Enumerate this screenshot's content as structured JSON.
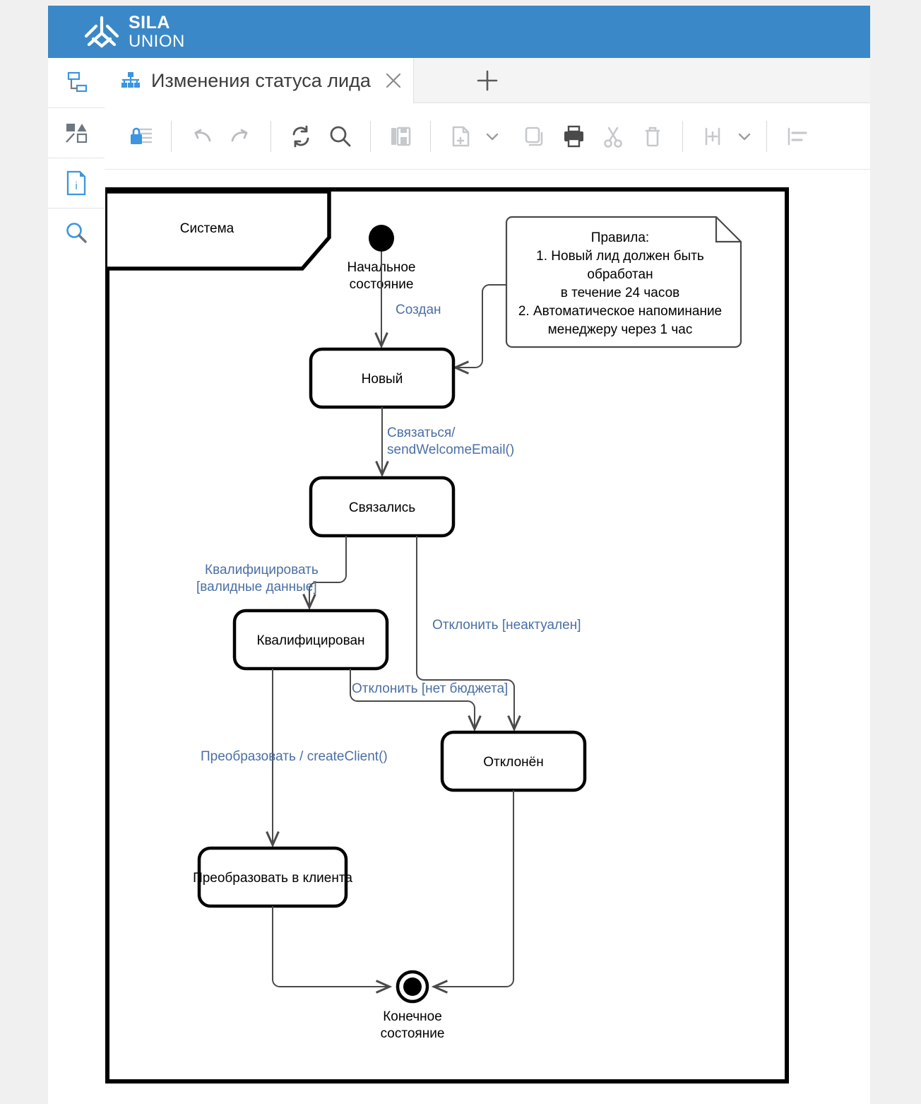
{
  "brand": {
    "name": "SILA",
    "subname": "UNION",
    "logo_icon": "sila-union-logo-icon",
    "bar_color": "#3b88c8"
  },
  "left_rail": {
    "items": [
      {
        "icon": "structure-tree-icon",
        "name": "structure-tree"
      },
      {
        "icon": "shapes-palette-icon",
        "name": "shapes-palette"
      },
      {
        "icon": "properties-info-icon",
        "name": "properties-info"
      },
      {
        "icon": "search-magnifier-icon",
        "name": "search-panel"
      }
    ]
  },
  "tabs": {
    "items": [
      {
        "label": "Изменения статуса лида",
        "icon": "diagram-icon",
        "close_icon": "close-icon",
        "active": true
      }
    ],
    "new_tab_icon": "plus-icon"
  },
  "toolbar": {
    "groups": [
      [
        {
          "name": "lock-edit",
          "icon": "lock-document-icon",
          "accent": true
        }
      ],
      [
        {
          "name": "undo",
          "icon": "undo-arrow-icon"
        },
        {
          "name": "redo",
          "icon": "redo-arrow-icon"
        }
      ],
      [
        {
          "name": "refresh",
          "icon": "refresh-sync-icon"
        },
        {
          "name": "zoom-search",
          "icon": "magnifier-icon"
        }
      ],
      [
        {
          "name": "paste-save",
          "icon": "paste-save-icon"
        }
      ],
      [
        {
          "name": "new-document",
          "icon": "document-plus-icon",
          "caret": true
        },
        {
          "name": "duplicate",
          "icon": "duplicate-icon"
        },
        {
          "name": "print",
          "icon": "printer-icon"
        },
        {
          "name": "cut",
          "icon": "scissors-icon"
        },
        {
          "name": "delete",
          "icon": "trash-icon"
        }
      ],
      [
        {
          "name": "insert-element",
          "icon": "insert-bracket-plus-icon",
          "caret": true
        }
      ],
      [
        {
          "name": "align",
          "icon": "align-left-icon"
        }
      ]
    ]
  },
  "diagram": {
    "title": "Изменения статуса лида",
    "partition": {
      "label": "Система"
    },
    "note": {
      "lines": [
        "Правила:",
        "1. Новый лид должен быть",
        "обработан",
        "в течение 24 часов",
        "2. Автоматическое напоминание",
        "менеджеру через 1 час"
      ]
    },
    "nodes": [
      {
        "id": "initial",
        "type": "initial-state",
        "label_lines": [
          "Начальное",
          "состояние"
        ]
      },
      {
        "id": "new",
        "type": "state",
        "label": "Новый"
      },
      {
        "id": "contacted",
        "type": "state",
        "label": "Связались"
      },
      {
        "id": "qualified",
        "type": "state",
        "label": "Квалифицирован"
      },
      {
        "id": "rejected",
        "type": "state",
        "label": "Отклонён"
      },
      {
        "id": "converted",
        "type": "state",
        "label": "Преобразовать в клиента"
      },
      {
        "id": "final",
        "type": "final-state",
        "label_lines": [
          "Конечное",
          "состояние"
        ]
      }
    ],
    "transitions": [
      {
        "from": "initial",
        "to": "new",
        "label": "Создан"
      },
      {
        "from": "new",
        "to": "contacted",
        "label_lines": [
          "Связаться/",
          "sendWelcomeEmail()"
        ]
      },
      {
        "from": "contacted",
        "to": "qualified",
        "label_lines": [
          "Квалифицировать",
          "[валидные данные]"
        ]
      },
      {
        "from": "contacted",
        "to": "rejected",
        "label": "Отклонить [неактуален]"
      },
      {
        "from": "qualified",
        "to": "rejected",
        "label": "Отклонить [нет бюджета]"
      },
      {
        "from": "qualified",
        "to": "converted",
        "label": "Преобразовать / createClient()"
      },
      {
        "from": "converted",
        "to": "final",
        "label": ""
      },
      {
        "from": "rejected",
        "to": "final",
        "label": ""
      }
    ],
    "colors": {
      "transition_label": "#4a6fa5",
      "node_stroke": "#000000",
      "edge_stroke": "#4a4a4a"
    }
  }
}
